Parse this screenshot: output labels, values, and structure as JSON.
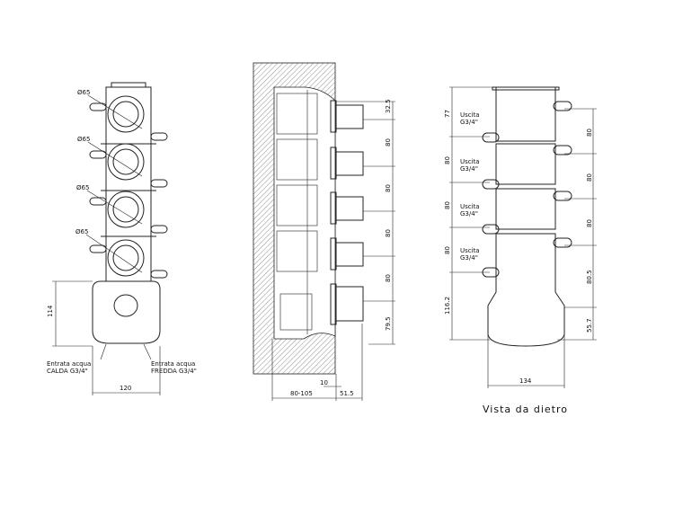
{
  "front_view": {
    "diameter_labels": [
      "Ø65",
      "Ø65",
      "Ø65",
      "Ø65"
    ],
    "height_dim": "114",
    "width_dim": "120",
    "inlet_hot": {
      "line1": "Entrata acqua",
      "line2": "CALDA G3/4\""
    },
    "inlet_cold": {
      "line1": "Entrata acqua",
      "line2": "FREDDA G3/4\""
    }
  },
  "side_view": {
    "vertical_dims": [
      "32.5",
      "80",
      "80",
      "80",
      "80",
      "79.5"
    ],
    "depth_dim": "80-105",
    "offset_dim": "10",
    "projection_dim": "51.5"
  },
  "back_view": {
    "outlet_labels": [
      {
        "line1": "Uscita",
        "line2": "G3/4\""
      },
      {
        "line1": "Uscita",
        "line2": "G3/4\""
      },
      {
        "line1": "Uscita",
        "line2": "G3/4\""
      },
      {
        "line1": "Uscita",
        "line2": "G3/4\""
      }
    ],
    "left_dims": [
      "77",
      "80",
      "80",
      "80",
      "116.2"
    ],
    "right_dims": [
      "80",
      "80",
      "80",
      "80.5",
      "55.7"
    ],
    "width_dim": "134",
    "title": "Vista da dietro"
  }
}
